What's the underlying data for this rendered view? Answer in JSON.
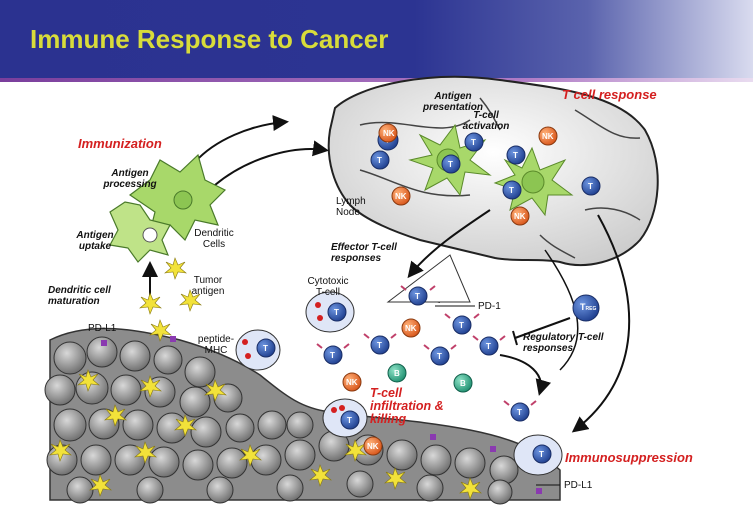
{
  "slide": {
    "title": "Immune Response to Cancer"
  },
  "labels": {
    "t_cell_response": "T cell response",
    "immunization": "Immunization",
    "antigen_presentation": "Antigen presentation",
    "t_cell_activation": "T-cell activation",
    "lymph_node": "Lymph Node",
    "antigen_processing": "Antigen processing",
    "antigen_uptake": "Antigen uptake",
    "dendritic_cells": "Dendritic Cells",
    "tumor_antigen": "Tumor antigen",
    "dendritic_cell_maturation": "Dendritic cell maturation",
    "effector_responses": "Effector T-cell responses",
    "cytotoxic_t_cell": "Cytotoxic T-cell",
    "pd1": "PD-1",
    "regulatory_responses": "Regulatory T-cell responses",
    "pdl1_top": "PD-L1",
    "peptide_mhc": "peptide-MHC",
    "infiltration": "T-cell infiltration & killing",
    "immunosuppression": "Immunosuppression",
    "pdl1_bottom": "PD-L1"
  },
  "cell_labels": {
    "nk": "NK",
    "t": "T",
    "b": "B",
    "treg": "T",
    "treg_sub": "REG"
  },
  "colors": {
    "title": "#d8dc3a",
    "header_bg": "#2b3290",
    "accent_red": "#d42020",
    "t_cell": "#2f5db8",
    "nk_cell": "#f07a2a",
    "b_cell": "#2aa88a",
    "dendritic": "#a8d86a",
    "tumor": "#7a7a7a",
    "antigen": "#f2e23a"
  }
}
